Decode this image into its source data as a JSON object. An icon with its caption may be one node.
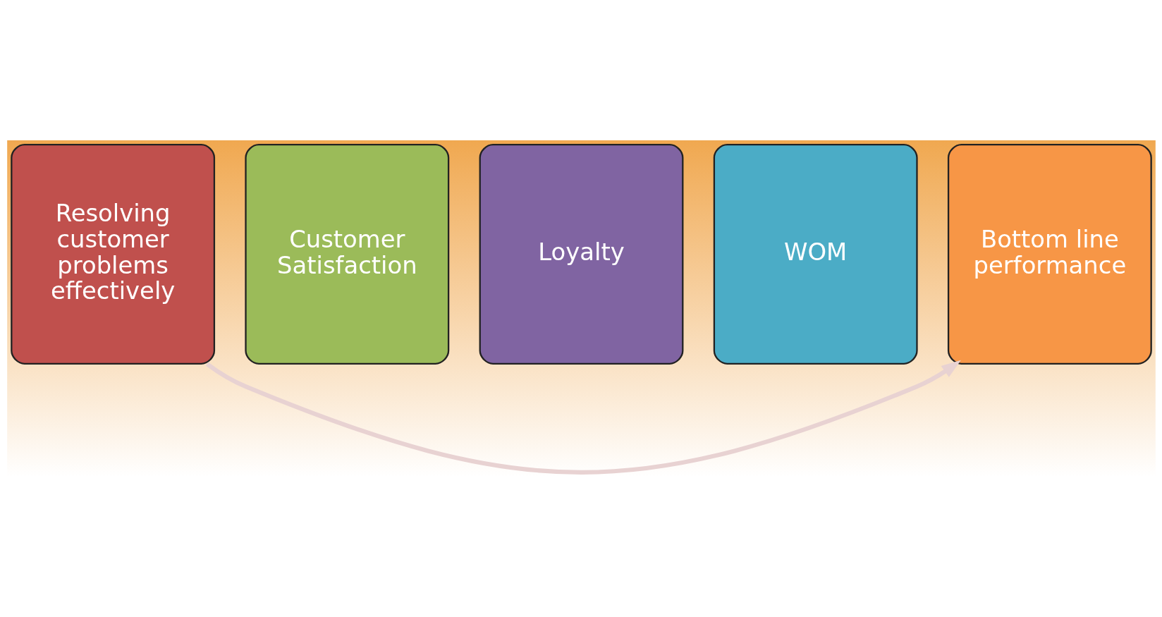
{
  "diagram": {
    "nodes": [
      {
        "text": [
          "Resolving customer problems effectively"
        ]
      },
      {
        "text": [
          "Customer Satisfaction"
        ]
      },
      {
        "text": [
          "Loyalty"
        ]
      },
      {
        "text": [
          "WOM"
        ]
      },
      {
        "text": [
          "Bottom line performance"
        ]
      }
    ],
    "edges": [
      {
        "from": 0,
        "to": 4,
        "arrow": "to",
        "color": "#e8d2d2"
      }
    ]
  }
}
